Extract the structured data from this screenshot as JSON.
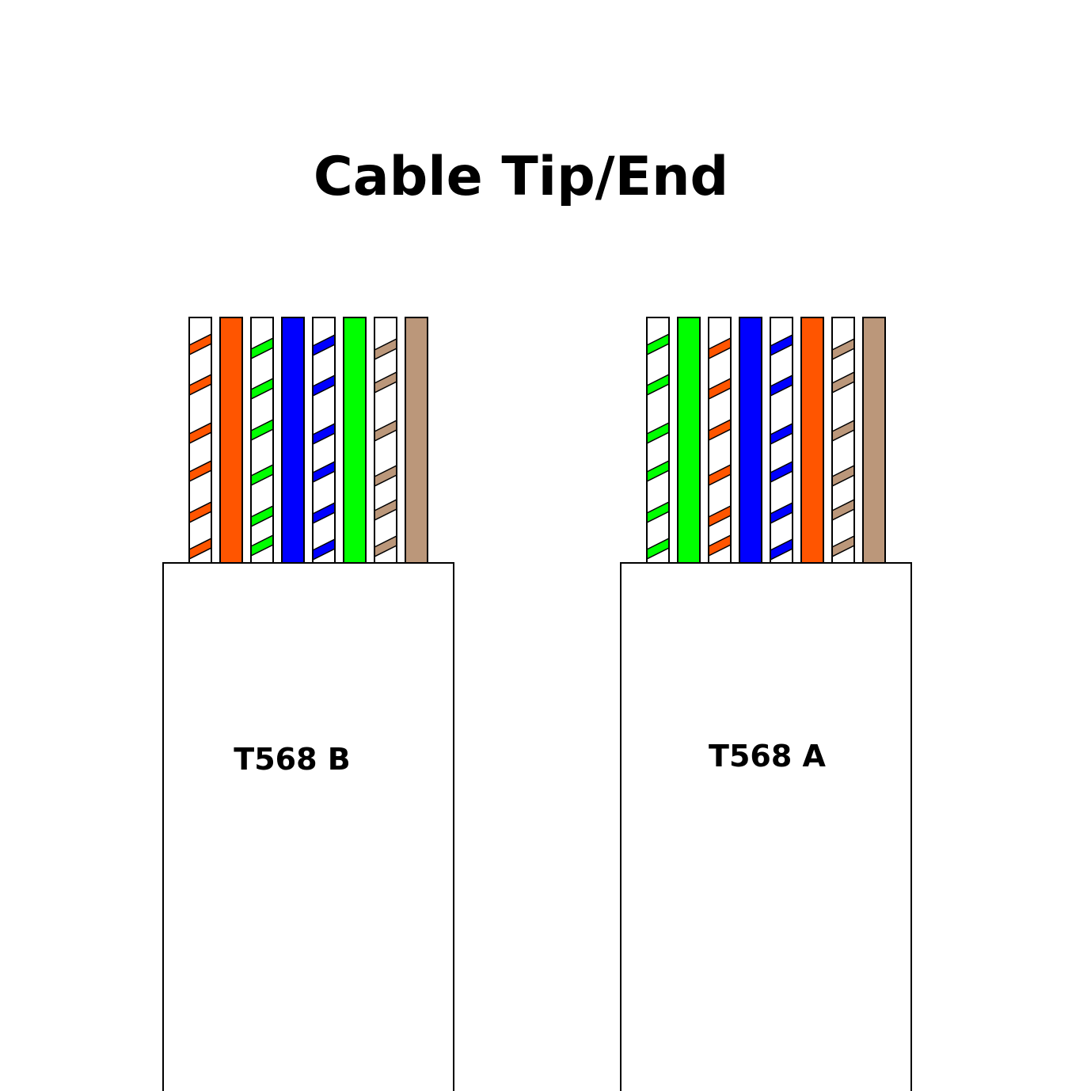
{
  "title": "Cable Tip/End",
  "colors": {
    "orange": "#ff5500",
    "green": "#00ff00",
    "blue": "#0000ff",
    "brown": "#bb977a",
    "white": "#ffffff",
    "outline": "#000000"
  },
  "cables": [
    {
      "label": "T568 B",
      "wires": [
        {
          "color": "orange",
          "striped": true
        },
        {
          "color": "orange",
          "striped": false
        },
        {
          "color": "green",
          "striped": true
        },
        {
          "color": "blue",
          "striped": false
        },
        {
          "color": "blue",
          "striped": true
        },
        {
          "color": "green",
          "striped": false
        },
        {
          "color": "brown",
          "striped": true
        },
        {
          "color": "brown",
          "striped": false
        }
      ]
    },
    {
      "label": "T568 A",
      "wires": [
        {
          "color": "green",
          "striped": true
        },
        {
          "color": "green",
          "striped": false
        },
        {
          "color": "orange",
          "striped": true
        },
        {
          "color": "blue",
          "striped": false
        },
        {
          "color": "blue",
          "striped": true
        },
        {
          "color": "orange",
          "striped": false
        },
        {
          "color": "brown",
          "striped": true
        },
        {
          "color": "brown",
          "striped": false
        }
      ]
    }
  ]
}
